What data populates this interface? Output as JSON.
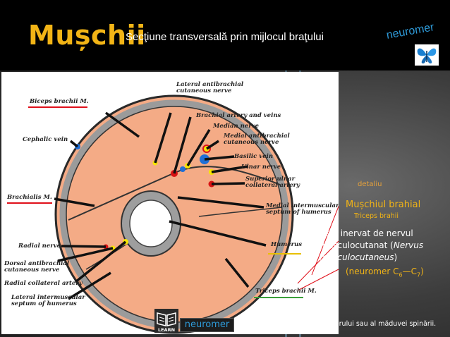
{
  "header": {
    "title": "Mușchii",
    "subtitle": "Secţiune transversală prin mijlocul braţului",
    "logo_text": "neuromer"
  },
  "figure": {
    "labels": {
      "lateral_antibrachial": "Lateral antibrachial\ncutaneous nerve",
      "biceps": "Biceps brachii M.",
      "brachial_artery": "Brachial artery and veins",
      "median_nerve": "Median nerve",
      "medial_antibrachial": "Medial antibrachial\ncutaneous nerve",
      "cephalic_vein": "Cephalic vein",
      "basilic_vein": "Basilic vein",
      "ulnar_nerve": "Ulnar nerve",
      "superior_ulnar": "Superior ulnar\ncollateral artery",
      "brachialis": "Brachialis M.",
      "medial_septum": "Medial intermuscular\nseptum of humerus",
      "humerus": "Humerus",
      "radial_nerve": "Radial nerve",
      "dorsal_antibrachial": "Dorsal antibrachial\ncutaneous nerve",
      "radial_collateral": "Radial collateral artery",
      "lateral_septum": "Lateral intermuscular\nseptum of humerus",
      "triceps": "Triceps brachii M."
    },
    "colors": {
      "muscle": "#f4ab86",
      "bone": "#a9a9a9",
      "nerve": "#f7e600",
      "artery": "#d81313",
      "vein": "#1f6fd6",
      "highlight_red": "#e0101a",
      "highlight_yellow": "#e8c000",
      "highlight_green": "#3aa03a"
    }
  },
  "side": {
    "detaliu": "detaliu",
    "muschi": "Mușchiul brahial",
    "triceps": "Triceps brahii",
    "desc_1": "Este inervat de nervul musculocutanat (",
    "desc_latin": "Nervus musculocutaneus",
    "desc_2": ")",
    "neuromer_prefix": "(neuromer C",
    "neuromer_sub1": "6",
    "neuromer_sep": "—C",
    "neuromer_sub2": "7",
    "neuromer_suffix": ")"
  },
  "footer": {
    "learn_label": "LEARN",
    "neuromer_button": "neuromer",
    "definition": "= segment embrionar al creierului sau al măduvei spinării."
  }
}
